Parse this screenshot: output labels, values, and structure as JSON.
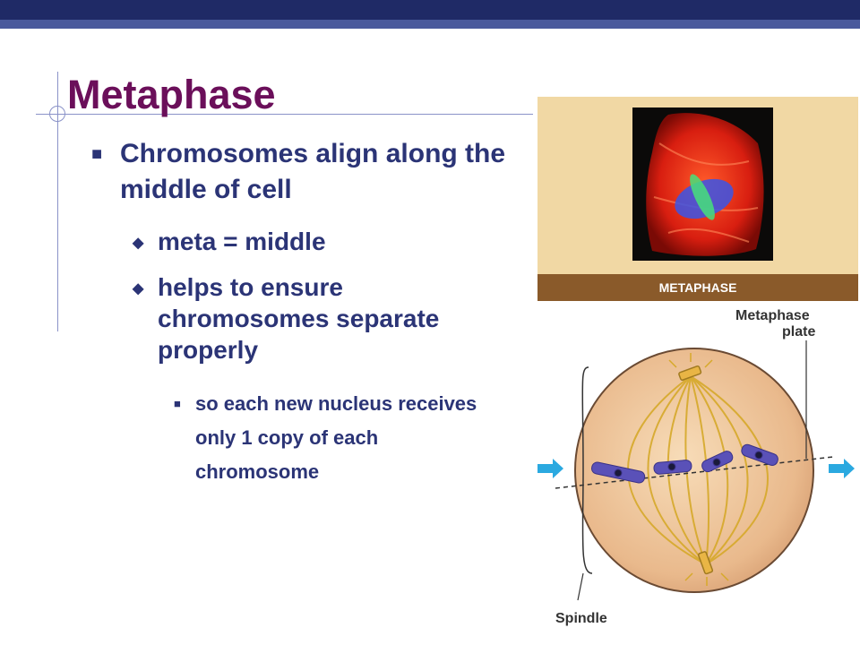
{
  "slide": {
    "title": "Metaphase",
    "bullet_1": "Chromosomes align along the middle of cell",
    "sub_bullet_1": "meta = middle",
    "sub_bullet_2": "helps to ensure chromosomes separate properly",
    "sub_sub_bullet_1": "so each new nucleus receives only 1 copy of each chromosome",
    "colors": {
      "title": "#6b0f5a",
      "text": "#2b3476",
      "top_bar": "#1f2a66"
    }
  },
  "figure": {
    "photo_label": "METAPHASE",
    "label_metaphase_plate_line1": "Metaphase",
    "label_metaphase_plate_line2": "plate",
    "label_spindle": "Spindle",
    "icons": [
      "square-bullet-icon",
      "diamond-bullet-icon",
      "small-square-bullet-icon",
      "arrow-right-icon"
    ]
  }
}
